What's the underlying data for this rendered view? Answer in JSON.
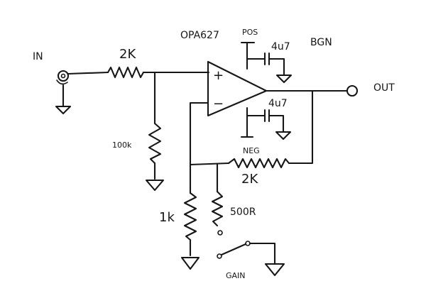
{
  "schematic": {
    "opamp_part": "OPA627",
    "opamp_plus": "+",
    "opamp_minus": "−",
    "pos_rail": "POS",
    "neg_rail": "NEG",
    "cap_pos": "4u7",
    "cap_neg": "4u7",
    "note": "BGN",
    "input_label": "IN",
    "output_label": "OUT",
    "r_input": "2K",
    "r_input_pulldown": "100k",
    "r_feedback": "2K",
    "r_gain_ground": "1k",
    "r_gain_switch": "500R",
    "switch_label": "GAIN"
  }
}
